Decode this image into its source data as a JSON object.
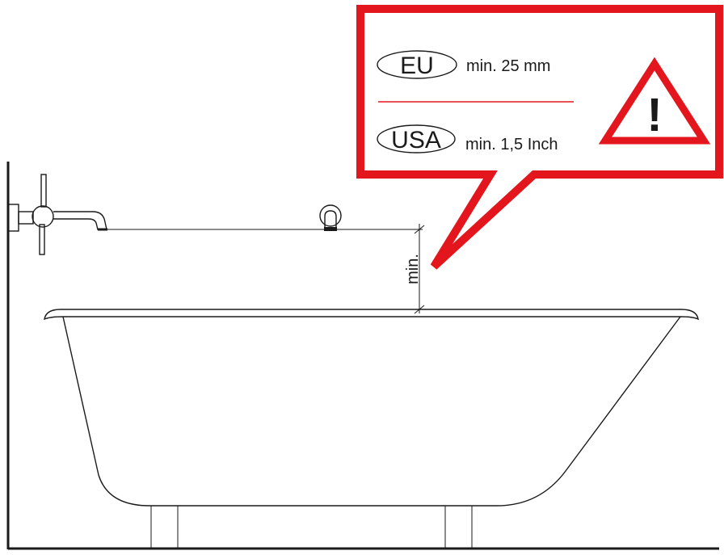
{
  "callout": {
    "eu_badge": "EU",
    "eu_value": "min. 25 mm",
    "usa_badge": "USA",
    "usa_value": "min. 1,5 Inch",
    "warning_symbol": "!",
    "icon": "warning-triangle-icon"
  },
  "dimension": {
    "label": "min."
  },
  "colors": {
    "accent_red": "#e3161e",
    "line": "#1a1a1a",
    "background": "#ffffff"
  }
}
